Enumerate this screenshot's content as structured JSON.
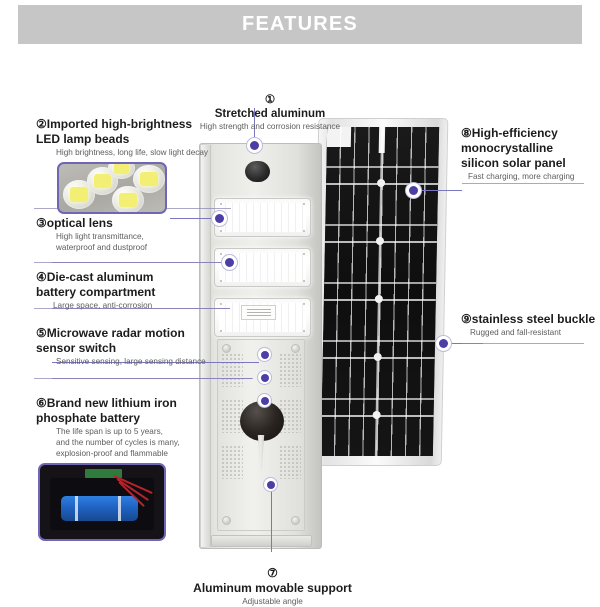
{
  "header": {
    "title": "FEATURES",
    "bar_color": "#c6c6c6",
    "title_color": "#ffffff"
  },
  "theme": {
    "accent": "#4b3fa7",
    "connector": "#7b76c0",
    "title_color": "#1c1c1c",
    "subtitle_color": "#5d5d5d",
    "background": "#ffffff"
  },
  "features": [
    {
      "number": "①",
      "title": "Stretched aluminum",
      "subtitle": "High strength and corrosion resistance",
      "position": "top-center"
    },
    {
      "number": "②",
      "title": "Imported high-brightness\nLED lamp beads",
      "subtitle": "High brightness, long life, slow light decay",
      "position": "left"
    },
    {
      "number": "③",
      "title": "optical lens",
      "subtitle": "High light transmittance,\nwaterproof and dustproof",
      "position": "left"
    },
    {
      "number": "④",
      "title": "Die-cast aluminum\nbattery compartment",
      "subtitle": "Large space, anti-corrosion",
      "position": "left"
    },
    {
      "number": "⑤",
      "title": "Microwave radar motion\nsensor switch",
      "subtitle": "Sensitive sensing, large sensing distance",
      "position": "left"
    },
    {
      "number": "⑥",
      "title": "Brand new lithium iron\nphosphate battery",
      "subtitle": "The life span is up to 5 years,\nand the number of cycles is many,\nexplosion-proof and flammable",
      "position": "left"
    },
    {
      "number": "⑦",
      "title": "Aluminum movable support",
      "subtitle": "Adjustable angle",
      "position": "bottom-center"
    },
    {
      "number": "⑧",
      "title": "High-efficiency\nmonocrystalline\nsilicon solar panel",
      "subtitle": "Fast charging, more charging",
      "position": "right"
    },
    {
      "number": "⑨",
      "title": "stainless steel buckle",
      "subtitle": "Rugged and fall-resistant",
      "position": "right"
    }
  ],
  "thumbnails": [
    {
      "name": "led-lamp-beads-photo",
      "caption": "LED lamp beads close-up",
      "border_color": "#6f67b5"
    },
    {
      "name": "lithium-battery-photo",
      "caption": "Lithium iron phosphate battery close-up",
      "border_color": "#6f67b5"
    }
  ],
  "product": {
    "lamp": {
      "name": "all-in-one solar street light body",
      "led_module_count": 3,
      "body_color": "#e6e6e2"
    },
    "solar_panel": {
      "name": "monocrystalline silicon solar panel",
      "cell_color": "#121212",
      "frame_color": "#e9e9e9"
    }
  }
}
